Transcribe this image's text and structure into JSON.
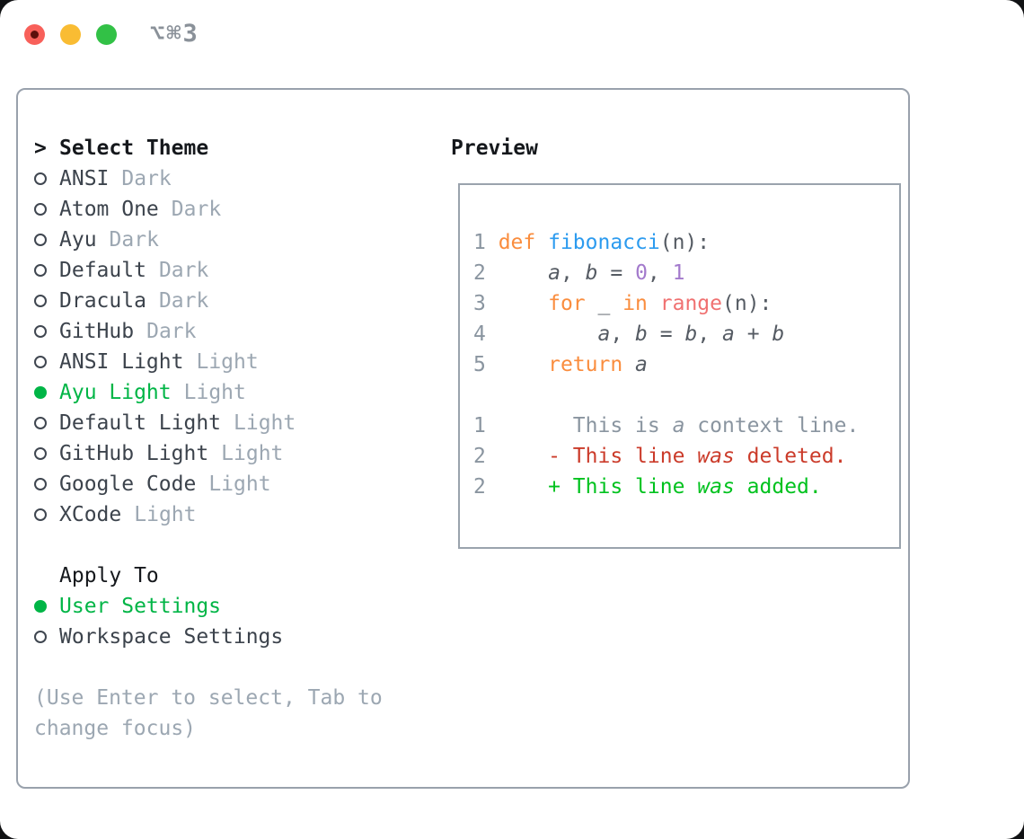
{
  "window": {
    "title_shortcut": "⌥⌘3",
    "traffic_lights": [
      "close",
      "minimize",
      "zoom"
    ]
  },
  "palette": {
    "lineno": "#8A95A0",
    "fg": "#555B63",
    "keyword": "#FA8D3E",
    "function": "#2C9BEF",
    "number": "#A37ACC",
    "special": "#F07171",
    "context": "#8A95A0",
    "deleted": "#CB3B2A",
    "added": "#00C21E",
    "selection_green": "#00B546"
  },
  "theme_picker": {
    "prompt": ">",
    "title": "Select Theme",
    "items": [
      {
        "name": "ANSI",
        "variant": "Dark",
        "selected": false
      },
      {
        "name": "Atom One",
        "variant": "Dark",
        "selected": false
      },
      {
        "name": "Ayu",
        "variant": "Dark",
        "selected": false
      },
      {
        "name": "Default",
        "variant": "Dark",
        "selected": false
      },
      {
        "name": "Dracula",
        "variant": "Dark",
        "selected": false
      },
      {
        "name": "GitHub",
        "variant": "Dark",
        "selected": false
      },
      {
        "name": "ANSI Light",
        "variant": "Light",
        "selected": false
      },
      {
        "name": "Ayu Light",
        "variant": "Light",
        "selected": true
      },
      {
        "name": "Default Light",
        "variant": "Light",
        "selected": false
      },
      {
        "name": "GitHub Light",
        "variant": "Light",
        "selected": false
      },
      {
        "name": "Google Code",
        "variant": "Light",
        "selected": false
      },
      {
        "name": "XCode",
        "variant": "Light",
        "selected": false
      }
    ],
    "apply_to": {
      "title": "Apply To",
      "options": [
        {
          "label": "User Settings",
          "selected": true
        },
        {
          "label": "Workspace Settings",
          "selected": false
        }
      ]
    },
    "hint": "(Use Enter to select, Tab to change focus)"
  },
  "preview": {
    "title": "Preview",
    "lines": [
      {
        "segments": [
          [
            "1 ",
            "lineno",
            0
          ],
          [
            "def ",
            "keyword",
            0
          ],
          [
            "fibonacci",
            "function",
            0
          ],
          [
            "(n):",
            "fg",
            0
          ]
        ]
      },
      {
        "segments": [
          [
            "2 ",
            "lineno",
            0
          ],
          [
            "    ",
            "fg",
            0
          ],
          [
            "a",
            "fg",
            1
          ],
          [
            ", ",
            "fg",
            0
          ],
          [
            "b",
            "fg",
            1
          ],
          [
            " = ",
            "fg",
            0
          ],
          [
            "0",
            "number",
            0
          ],
          [
            ", ",
            "fg",
            0
          ],
          [
            "1",
            "number",
            0
          ]
        ]
      },
      {
        "segments": [
          [
            "3 ",
            "lineno",
            0
          ],
          [
            "    ",
            "fg",
            0
          ],
          [
            "for",
            "keyword",
            0
          ],
          [
            " _ ",
            "fg",
            0
          ],
          [
            "in",
            "keyword",
            0
          ],
          [
            " ",
            "fg",
            0
          ],
          [
            "range",
            "special",
            0
          ],
          [
            "(n):",
            "fg",
            0
          ]
        ]
      },
      {
        "segments": [
          [
            "4 ",
            "lineno",
            0
          ],
          [
            "        ",
            "fg",
            0
          ],
          [
            "a",
            "fg",
            1
          ],
          [
            ", ",
            "fg",
            0
          ],
          [
            "b",
            "fg",
            1
          ],
          [
            " = ",
            "fg",
            0
          ],
          [
            "b",
            "fg",
            1
          ],
          [
            ", ",
            "fg",
            0
          ],
          [
            "a",
            "fg",
            1
          ],
          [
            " + ",
            "fg",
            0
          ],
          [
            "b",
            "fg",
            1
          ]
        ]
      },
      {
        "segments": [
          [
            "5 ",
            "lineno",
            0
          ],
          [
            "    ",
            "fg",
            0
          ],
          [
            "return ",
            "keyword",
            0
          ],
          [
            "a",
            "fg",
            1
          ]
        ]
      },
      {
        "segments": []
      },
      {
        "segments": [
          [
            "1 ",
            "lineno",
            0
          ],
          [
            "      This is ",
            "context",
            0
          ],
          [
            "a",
            "context",
            1
          ],
          [
            " context line.",
            "context",
            0
          ]
        ]
      },
      {
        "segments": [
          [
            "2 ",
            "lineno",
            0
          ],
          [
            "    ",
            "fg",
            0
          ],
          [
            "- This line ",
            "deleted",
            0
          ],
          [
            "was",
            "deleted",
            1
          ],
          [
            " deleted.",
            "deleted",
            0
          ]
        ]
      },
      {
        "segments": [
          [
            "2 ",
            "lineno",
            0
          ],
          [
            "    ",
            "fg",
            0
          ],
          [
            "+ This line ",
            "added",
            0
          ],
          [
            "was",
            "added",
            1
          ],
          [
            " added.",
            "added",
            0
          ]
        ]
      }
    ]
  }
}
